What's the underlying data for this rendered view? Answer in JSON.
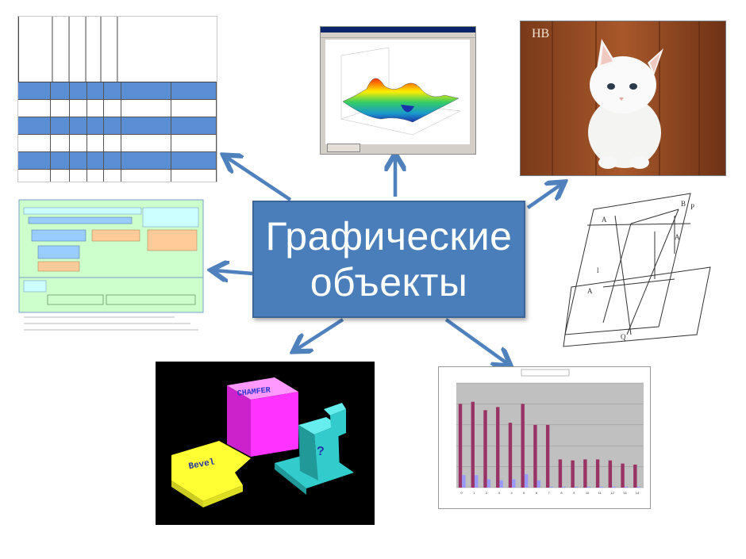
{
  "center": {
    "line1": "Графические",
    "line2": "объекты"
  },
  "colors": {
    "box_fill": "#4a7ebb",
    "box_border": "#3b6497",
    "arrow": "#4f81bd",
    "chart_bar": "#993366",
    "chart_bar2": "#9999ff",
    "cube": "#ff33ff",
    "plate": "#ffff33",
    "stack": "#33cccc"
  },
  "cat_photo": {
    "logo": "HB"
  },
  "shapes_render": {
    "cube_label": "CHAMFER",
    "plate_label": "Bevel",
    "stack_label": "?"
  },
  "chart_data": {
    "type": "bar",
    "categories": [
      "0",
      "1",
      "2",
      "3",
      "4",
      "5",
      "6",
      "7",
      "8",
      "9",
      "10",
      "11",
      "12",
      "13",
      "14"
    ],
    "series": [
      {
        "values": [
          80,
          82,
          74,
          77,
          62,
          80,
          60,
          60,
          27,
          26,
          27,
          27,
          26,
          23,
          22
        ]
      },
      {
        "values": [
          12,
          12,
          8,
          7,
          8,
          13,
          7,
          1,
          1,
          1,
          1,
          1,
          1,
          1,
          1
        ]
      }
    ],
    "ylim": [
      0,
      100
    ]
  }
}
